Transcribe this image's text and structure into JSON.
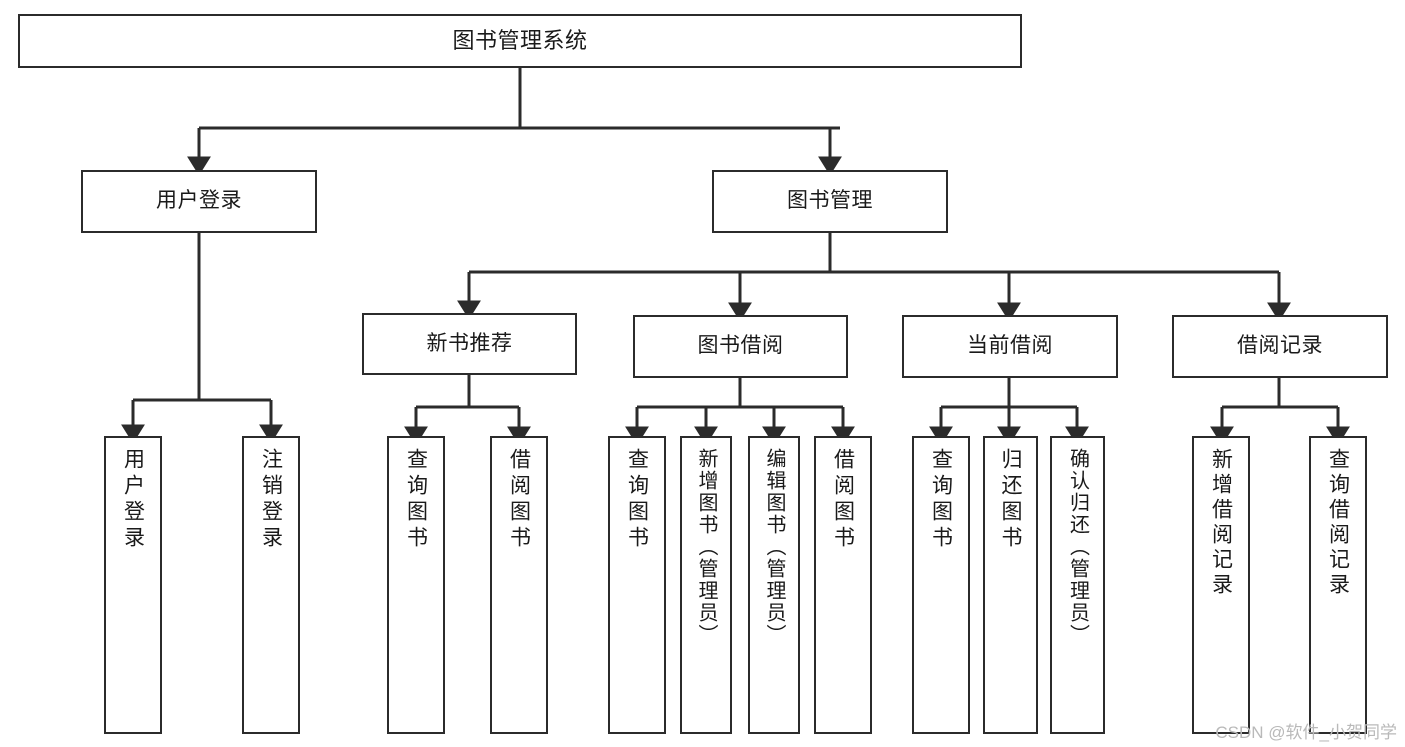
{
  "diagram": {
    "title": "图书管理系统",
    "type": "tree",
    "colors": {
      "stroke": "#2b2b2b",
      "fill": "#ffffff",
      "text": "#1a1a1a",
      "watermark": "#b9b9b9"
    },
    "nodes": {
      "root": {
        "label": "图书管理系统"
      },
      "level2": [
        {
          "label": "用户登录"
        },
        {
          "label": "图书管理"
        }
      ],
      "level3": [
        {
          "label": "新书推荐"
        },
        {
          "label": "图书借阅"
        },
        {
          "label": "当前借阅"
        },
        {
          "label": "借阅记录"
        }
      ],
      "leaves": {
        "user_login": [
          {
            "label": "用户登录"
          },
          {
            "label": "注销登录"
          }
        ],
        "new_book_recommend": [
          {
            "label": "查询图书"
          },
          {
            "label": "借阅图书"
          }
        ],
        "book_borrow": [
          {
            "label": "查询图书"
          },
          {
            "label": "新增图书（管理员）"
          },
          {
            "label": "编辑图书（管理员）"
          },
          {
            "label": "借阅图书"
          }
        ],
        "current_borrow": [
          {
            "label": "查询图书"
          },
          {
            "label": "归还图书"
          },
          {
            "label": "确认归还（管理员）"
          }
        ],
        "borrow_records": [
          {
            "label": "新增借阅记录"
          },
          {
            "label": "查询借阅记录"
          }
        ]
      }
    },
    "watermark": "CSDN @软件_小贺同学"
  }
}
